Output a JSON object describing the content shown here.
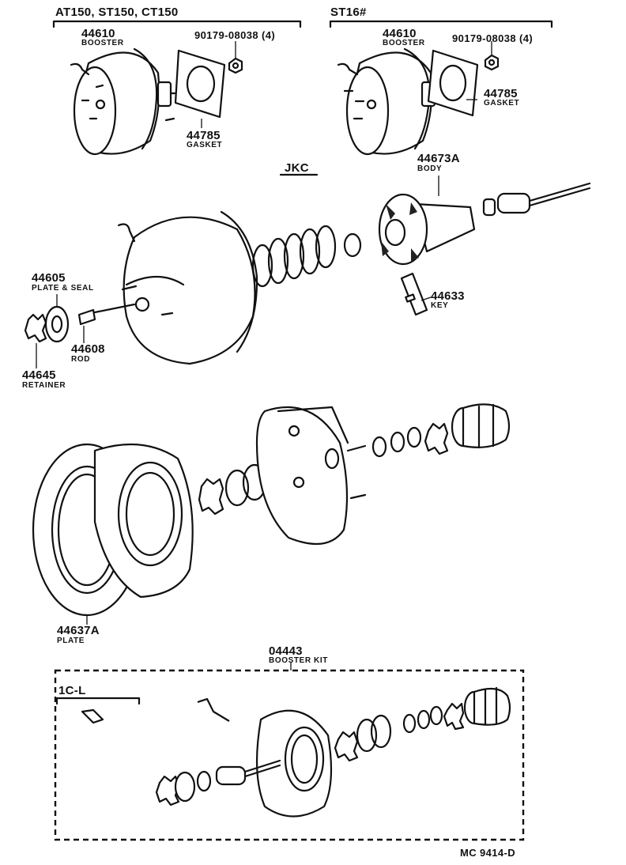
{
  "diagram": {
    "groups": {
      "at150": {
        "title": "AT150, ST150, CT150"
      },
      "st16": {
        "title": "ST16#"
      },
      "jkc": {
        "title": "JKC"
      },
      "onecl": {
        "title": "1C-L"
      }
    },
    "parts": {
      "booster_a": {
        "number": "44610",
        "name": "BOOSTER"
      },
      "nut_a": {
        "number": "90179-08038 (4)"
      },
      "gasket_a": {
        "number": "44785",
        "name": "GASKET"
      },
      "booster_b": {
        "number": "44610",
        "name": "BOOSTER"
      },
      "nut_b": {
        "number": "90179-08038 (4)"
      },
      "gasket_b": {
        "number": "44785",
        "name": "GASKET"
      },
      "body": {
        "number": "44673A",
        "name": "BODY"
      },
      "plate_seal": {
        "number": "44605",
        "name": "PLATE & SEAL"
      },
      "key": {
        "number": "44633",
        "name": "KEY"
      },
      "rod": {
        "number": "44608",
        "name": "ROD"
      },
      "retainer": {
        "number": "44645",
        "name": "RETAINER"
      },
      "plate": {
        "number": "44637A",
        "name": "PLATE"
      },
      "kit": {
        "number": "04443",
        "name": "BOOSTER KIT"
      }
    },
    "footer_code": "MC 9414-D"
  }
}
